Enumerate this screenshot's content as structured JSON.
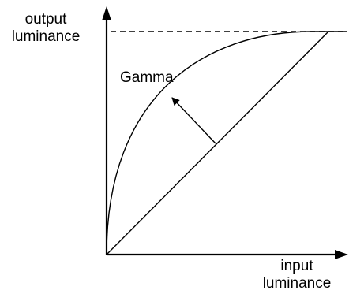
{
  "y_axis": {
    "line1": "output",
    "line2": "luminance"
  },
  "x_axis": {
    "line1": "input",
    "line2": "luminance"
  },
  "curve_label": "Gamma",
  "colors": {
    "ink": "#000000",
    "background": "#ffffff"
  }
}
